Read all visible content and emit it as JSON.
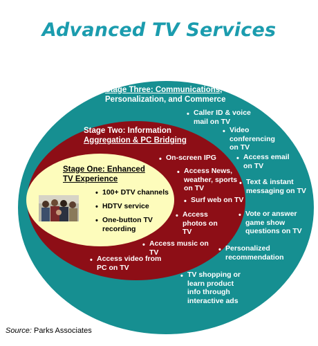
{
  "title": "Advanced TV Services",
  "source": {
    "prefix": "Source:",
    "text": " Parks Associates"
  },
  "colors": {
    "teal": "#168f91",
    "maroon": "#8d0e16",
    "yellow": "#fdfcbc",
    "title": "#1b9cae"
  },
  "stage_three": {
    "heading_line1": "Stage Three: Communications,",
    "heading_line2": "Personalization, and Commerce",
    "items": [
      "Caller ID & voice mail on TV",
      "Video conferencing on TV",
      "Access email on TV",
      "Text & instant messaging on TV",
      "Vote or answer game show questions on TV",
      "Personalized recommendation",
      "TV shopping or learn product info through interactive ads"
    ]
  },
  "stage_two": {
    "heading_line1": "Stage Two: Information",
    "heading_line2": "Aggregation & PC Bridging",
    "items": [
      "On-screen IPG",
      "Access News, weather, sports on TV",
      "Surf web on TV",
      "Access photos on TV",
      "Access music on TV",
      "Access video from PC on TV"
    ]
  },
  "stage_one": {
    "heading_line1": "Stage One:  Enhanced",
    "heading_line2": "TV Experience",
    "items": [
      "100+ DTV channels",
      "HDTV service",
      "One-button TV recording"
    ]
  }
}
